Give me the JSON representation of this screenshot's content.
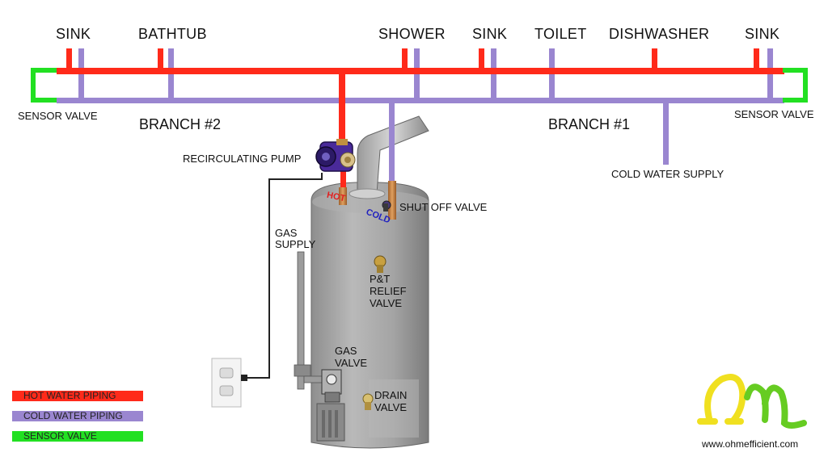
{
  "fixtures": {
    "sink1": "SINK",
    "bathtub": "BATHTUB",
    "shower": "SHOWER",
    "sink2": "SINK",
    "toilet": "TOILET",
    "dishwasher": "DISHWASHER",
    "sink3": "SINK"
  },
  "labels": {
    "sensor_valve_left": "SENSOR VALVE",
    "sensor_valve_right": "SENSOR VALVE",
    "branch2": "BRANCH #2",
    "branch1": "BRANCH #1",
    "recirculating_pump": "RECIRCULATING PUMP",
    "cold_water_supply": "COLD WATER SUPPLY",
    "shut_off_valve": "SHUT OFF VALVE",
    "hot_tag": "HOT",
    "cold_tag": "COLD",
    "gas_supply_1": "GAS",
    "gas_supply_2": "SUPPLY",
    "pt_relief_1": "P&T",
    "pt_relief_2": "RELIEF",
    "pt_relief_3": "VALVE",
    "gas_valve_1": "GAS",
    "gas_valve_2": "VALVE",
    "drain_valve_1": "DRAIN",
    "drain_valve_2": "VALVE"
  },
  "legend": [
    {
      "label": "HOT WATER PIPING",
      "color": "#ff2a1a"
    },
    {
      "label": "COLD WATER PIPING",
      "color": "#9a86d0"
    },
    {
      "label": "SENSOR VALVE",
      "color": "#22e022"
    }
  ],
  "brand": {
    "website": "www.ohmefficient.com"
  },
  "colors": {
    "hot": "#ff2a1a",
    "cold": "#9a86d0",
    "sensor": "#22e022",
    "tank": "#a9a9a9"
  }
}
